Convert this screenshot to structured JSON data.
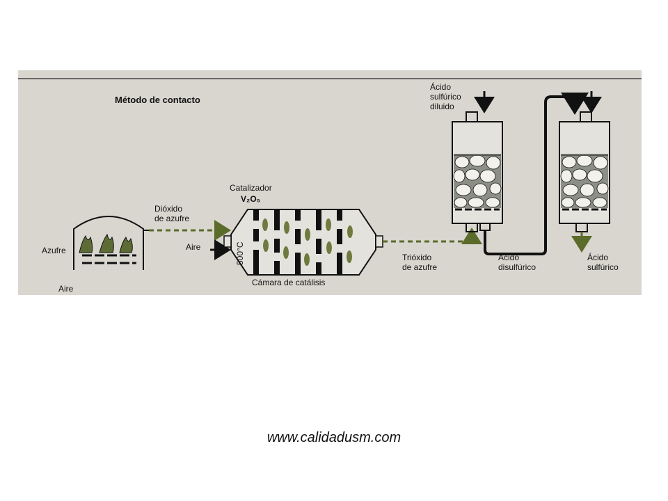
{
  "diagram": {
    "title": "Método de contacto",
    "labels": {
      "azufre": "Azufre",
      "aire_bottom": "Aire",
      "dioxido": "Dióxido\nde azufre",
      "aire_mid": "Aire",
      "catalizador": "Catalizador",
      "catalyst_formula": "V₂O₅",
      "temperature": "500°C",
      "camara": "Cámara de catálisis",
      "trioxido": "Trióxido\nde azufre",
      "acido_diluido": "Ácido\nsulfúrico\ndiluido",
      "acido_disulfurico": "Ácido\ndisulfúrico",
      "acido_sulfurico": "Ácido\nsulfúrico"
    },
    "colors": {
      "background": "#d8d6cf",
      "flow_arrow": "#5a6b2a",
      "outline": "#111111"
    }
  },
  "footer": {
    "url": "www.calidadusm.com"
  }
}
